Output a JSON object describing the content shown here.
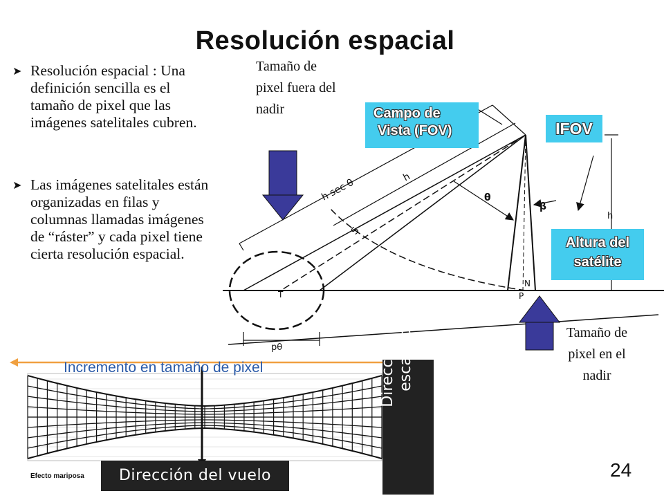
{
  "title": "Resolución espacial",
  "bullets": [
    "Resolución espacial : Una definición sencilla es el tamaño de pixel que las imágenes satelitales cubren.",
    "Las imágenes satelitales están organizadas en filas y columnas llamadas imágenes de “ráster” y cada pixel tiene cierta resolución espacial."
  ],
  "notes": {
    "off_nadir": "Tamaño de pixel fuera del nadir",
    "nadir": "Tamaño de pixel en el nadir"
  },
  "labels": {
    "fov_line1": "Campo de",
    "fov_line2": "Vista (FOV)",
    "ifov": "IFOV",
    "altura_line1": "Altura del",
    "altura_line2": "satélite"
  },
  "diagram_labels": {
    "h_sec": "h sec θ",
    "h": "h",
    "theta": "θ",
    "beta": "β",
    "S": "S",
    "T": "T",
    "N": "N",
    "P": "P",
    "p_theta": "pθ",
    "h_vertical": "h"
  },
  "bottom": {
    "incremento": "Incremento en tamaño de pixel",
    "scan_direction": "Dirección de escaneo",
    "flight_direction": "Dirección del vuelo",
    "efecto": "Efecto mariposa"
  },
  "page_number": "24",
  "colors": {
    "accent_box": "#44ccee",
    "arrow_blue": "#3a3a9a",
    "incremento_text": "#2a5aa8",
    "orange_line": "#f0a040"
  },
  "icons": {
    "bullet": "arrowhead-bullet-icon",
    "down_arrow": "blue-down-arrow-icon",
    "up_arrow": "blue-up-arrow-icon"
  }
}
